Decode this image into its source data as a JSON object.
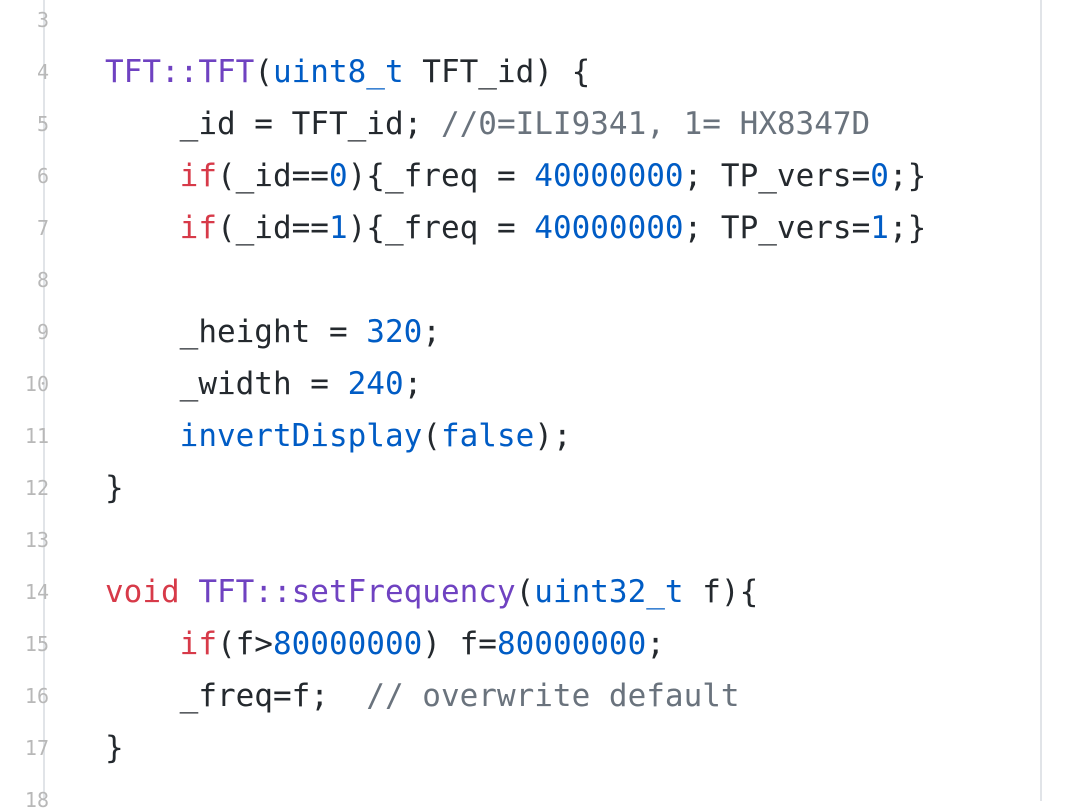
{
  "colors": {
    "keyword": "#d73a49",
    "entity": "#6f42c1",
    "constant": "#005cc5",
    "comment": "#6a737d",
    "text": "#24292e",
    "gutter_border": "#e1e4e8"
  },
  "line_numbers": [
    "3",
    "4",
    "5",
    "6",
    "7",
    "8",
    "9",
    "10",
    "11",
    "12",
    "13",
    "14",
    "15",
    "16",
    "17",
    "18"
  ],
  "code": {
    "l3": [],
    "l4": [
      {
        "t": "ent",
        "v": "TFT::TFT"
      },
      {
        "t": "tx",
        "v": "("
      },
      {
        "t": "cn",
        "v": "uint8_t"
      },
      {
        "t": "tx",
        "v": " TFT_id) {"
      }
    ],
    "l5": [
      {
        "t": "tx",
        "v": "    _id = TFT_id; "
      },
      {
        "t": "cm",
        "v": "//0=ILI9341, 1= HX8347D"
      }
    ],
    "l6": [
      {
        "t": "tx",
        "v": "    "
      },
      {
        "t": "kw",
        "v": "if"
      },
      {
        "t": "tx",
        "v": "(_id=="
      },
      {
        "t": "cn",
        "v": "0"
      },
      {
        "t": "tx",
        "v": "){_freq = "
      },
      {
        "t": "cn",
        "v": "40000000"
      },
      {
        "t": "tx",
        "v": "; TP_vers="
      },
      {
        "t": "cn",
        "v": "0"
      },
      {
        "t": "tx",
        "v": ";}"
      }
    ],
    "l7": [
      {
        "t": "tx",
        "v": "    "
      },
      {
        "t": "kw",
        "v": "if"
      },
      {
        "t": "tx",
        "v": "(_id=="
      },
      {
        "t": "cn",
        "v": "1"
      },
      {
        "t": "tx",
        "v": "){_freq = "
      },
      {
        "t": "cn",
        "v": "40000000"
      },
      {
        "t": "tx",
        "v": "; TP_vers="
      },
      {
        "t": "cn",
        "v": "1"
      },
      {
        "t": "tx",
        "v": ";}"
      }
    ],
    "l8": [],
    "l9": [
      {
        "t": "tx",
        "v": "    _height = "
      },
      {
        "t": "cn",
        "v": "320"
      },
      {
        "t": "tx",
        "v": ";"
      }
    ],
    "l10": [
      {
        "t": "tx",
        "v": "    _width = "
      },
      {
        "t": "cn",
        "v": "240"
      },
      {
        "t": "tx",
        "v": ";"
      }
    ],
    "l11": [
      {
        "t": "tx",
        "v": "    "
      },
      {
        "t": "cn",
        "v": "invertDisplay"
      },
      {
        "t": "tx",
        "v": "("
      },
      {
        "t": "cn",
        "v": "false"
      },
      {
        "t": "tx",
        "v": ");"
      }
    ],
    "l12": [
      {
        "t": "tx",
        "v": "}"
      }
    ],
    "l13": [],
    "l14": [
      {
        "t": "kw",
        "v": "void"
      },
      {
        "t": "tx",
        "v": " "
      },
      {
        "t": "ent",
        "v": "TFT::setFrequency"
      },
      {
        "t": "tx",
        "v": "("
      },
      {
        "t": "cn",
        "v": "uint32_t"
      },
      {
        "t": "tx",
        "v": " f){"
      }
    ],
    "l15": [
      {
        "t": "tx",
        "v": "    "
      },
      {
        "t": "kw",
        "v": "if"
      },
      {
        "t": "tx",
        "v": "(f>"
      },
      {
        "t": "cn",
        "v": "80000000"
      },
      {
        "t": "tx",
        "v": ") f="
      },
      {
        "t": "cn",
        "v": "80000000"
      },
      {
        "t": "tx",
        "v": ";"
      }
    ],
    "l16": [
      {
        "t": "tx",
        "v": "    _freq=f;  "
      },
      {
        "t": "cm",
        "v": "// overwrite default"
      }
    ],
    "l17": [
      {
        "t": "tx",
        "v": "}"
      }
    ],
    "l18": []
  }
}
